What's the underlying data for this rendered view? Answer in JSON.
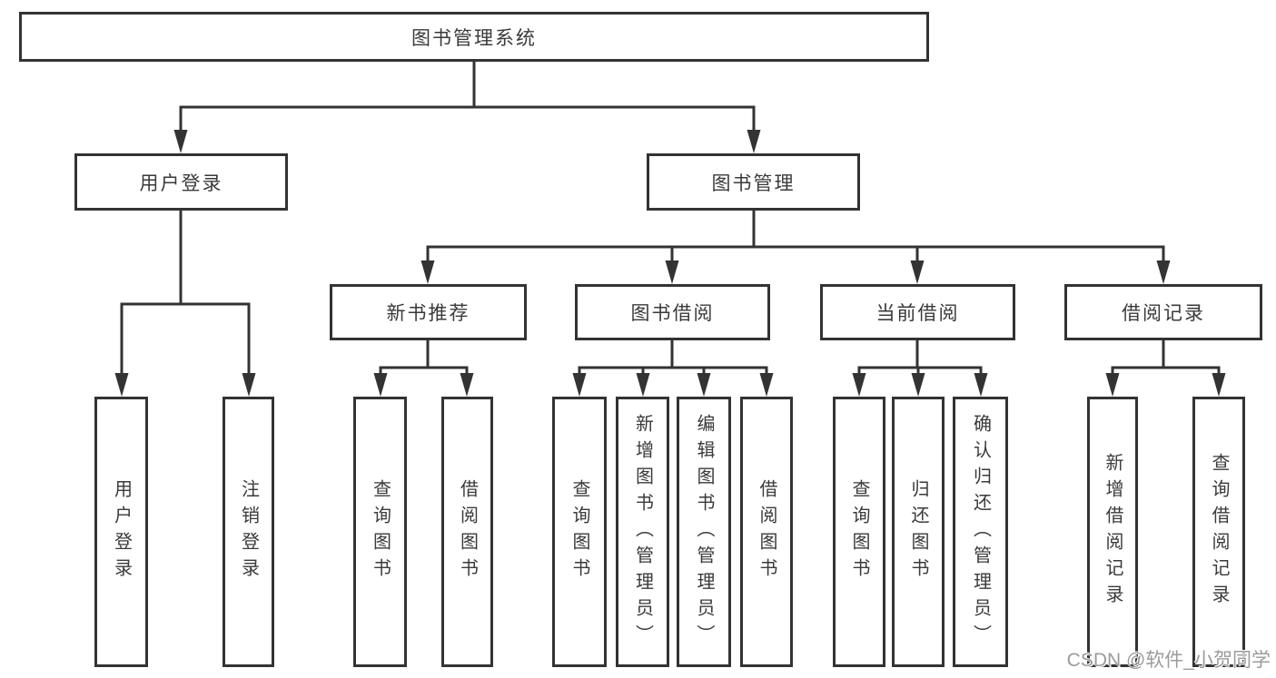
{
  "diagram": {
    "type": "tree",
    "root": {
      "label": "图书管理系统"
    },
    "branches": [
      {
        "label": "用户登录",
        "children": [
          {
            "label": "用户登录"
          },
          {
            "label": "注销登录"
          }
        ]
      },
      {
        "label": "图书管理",
        "children": [
          {
            "label": "新书推荐",
            "children": [
              {
                "label": "查询图书"
              },
              {
                "label": "借阅图书"
              }
            ]
          },
          {
            "label": "图书借阅",
            "children": [
              {
                "label": "查询图书"
              },
              {
                "label": "新增图书（管理员）"
              },
              {
                "label": "编辑图书（管理员）"
              },
              {
                "label": "借阅图书"
              }
            ]
          },
          {
            "label": "当前借阅",
            "children": [
              {
                "label": "查询图书"
              },
              {
                "label": "归还图书"
              },
              {
                "label": "确认归还（管理员）"
              }
            ]
          },
          {
            "label": "借阅记录",
            "children": [
              {
                "label": "新增借阅记录"
              },
              {
                "label": "查询借阅记录"
              }
            ]
          }
        ]
      }
    ]
  },
  "colors": {
    "line": "#333333",
    "box_background": "#ffffff",
    "text": "#3a3a3a",
    "watermark": "#9b9b9b"
  },
  "watermark": {
    "text": "CSDN @软件_小贺同学"
  }
}
